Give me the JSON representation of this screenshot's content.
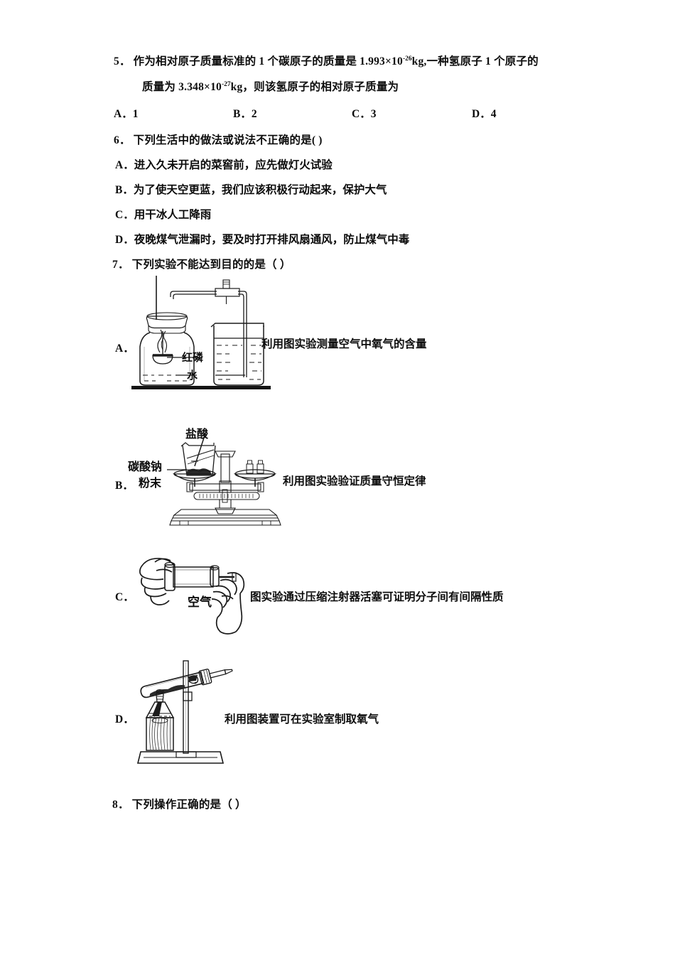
{
  "document": {
    "type": "exam-paper-page",
    "language": "zh-CN"
  },
  "questions": [
    {
      "id": "q5",
      "number": "5．",
      "stem_line1_pre": "作为相对原子质量标准的 1 个碳原子的质量是 1.993×10",
      "stem_line1_sup": "-26",
      "stem_line1_mid": "kg,一种氢原子 1 个原子的",
      "stem_line2_pre": "质量为 3.348×10",
      "stem_line2_sup": "-27",
      "stem_line2_post": "kg，则该氢原子的相对原子质量为",
      "choices": [
        {
          "letter": "A．",
          "text": "1"
        },
        {
          "letter": "B．",
          "text": "2"
        },
        {
          "letter": "C．",
          "text": "3"
        },
        {
          "letter": "D．",
          "text": "4"
        }
      ]
    },
    {
      "id": "q6",
      "number": "6．",
      "stem": "下列生活中的做法或说法不正确的是(  )",
      "options": [
        {
          "letter": "A．",
          "text": "进入久未开启的菜窖前，应先做灯火试验"
        },
        {
          "letter": "B．",
          "text": "为了使天空更蓝，我们应该积极行动起来，保护大气"
        },
        {
          "letter": "C．",
          "text": "用干冰人工降雨"
        },
        {
          "letter": "D．",
          "text": "夜晚煤气泄漏时，要及时打开排风扇通风，防止煤气中毒"
        }
      ]
    },
    {
      "id": "q7",
      "number": "7．",
      "stem": "下列实验不能达到目的的是（    ）",
      "options": [
        {
          "letter": "A．",
          "figure": "gas-jar-red-phosphorus-beaker",
          "figure_labels": [
            "红磷",
            "水"
          ],
          "caption": "利用图实验测量空气中氧气的含量"
        },
        {
          "letter": "B．",
          "figure": "balance-scale-beaker-weights",
          "figure_labels": [
            "盐酸",
            "碳酸钠",
            "粉末"
          ],
          "caption": "利用图实验验证质量守恒定律"
        },
        {
          "letter": "C．",
          "figure": "hands-compressing-syringe",
          "figure_labels": [
            "空气"
          ],
          "caption": "图实验通过压缩注射器活塞可证明分子间有间隔性质"
        },
        {
          "letter": "D．",
          "figure": "test-tube-alcohol-lamp-stand",
          "figure_labels": [],
          "caption": "利用图装置可在实验室制取氧气"
        }
      ]
    },
    {
      "id": "q8",
      "number": "8．",
      "stem": "下列操作正确的是（    ）"
    }
  ],
  "colors": {
    "ink": "#0d0d0d",
    "line": "#1a1a1a",
    "paper": "#ffffff",
    "metal_dark": "#4a4a4a",
    "metal_mid": "#8d8d8d",
    "metal_light": "#c9c9c9"
  }
}
